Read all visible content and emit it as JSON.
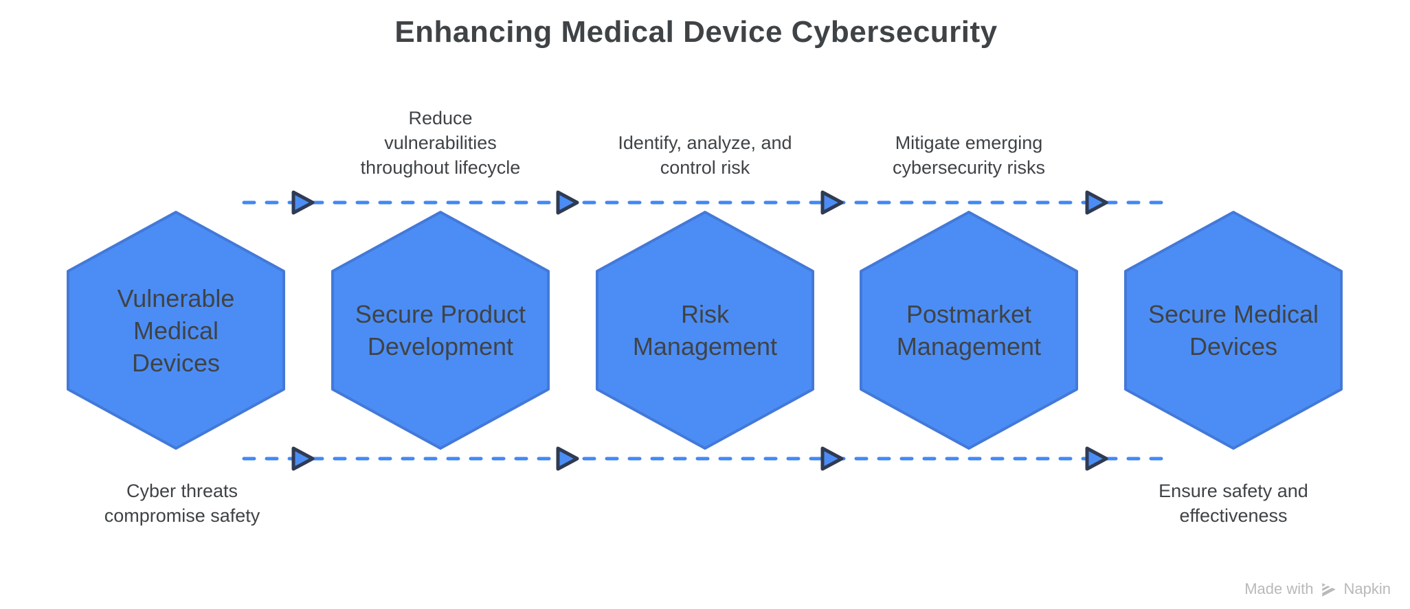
{
  "title": "Enhancing Medical Device Cybersecurity",
  "hexagons": [
    {
      "label": "Vulnerable\nMedical\nDevices"
    },
    {
      "label": "Secure Product\nDevelopment"
    },
    {
      "label": "Risk\nManagement"
    },
    {
      "label": "Postmarket\nManagement"
    },
    {
      "label": "Secure Medical\nDevices"
    }
  ],
  "annotations": {
    "top": [
      {
        "text": "Reduce\nvulnerabilities\nthroughout lifecycle"
      },
      {
        "text": "Identify, analyze, and\ncontrol risk"
      },
      {
        "text": "Mitigate emerging\ncybersecurity risks"
      }
    ],
    "bottom": [
      {
        "text": "Cyber threats\ncompromise safety"
      },
      {
        "text": "Ensure safety and\neffectiveness"
      }
    ]
  },
  "watermark": {
    "made_with": "Made with",
    "brand": "Napkin",
    "logo_icon": "napkin-logo-icon"
  },
  "colors": {
    "hexagon_fill": "#4C8DF5",
    "hexagon_stroke": "#4379D8",
    "connector_blue": "#4287F5",
    "arrowhead_fill": "#4C8DF5",
    "arrowhead_outline": "#2F3B52",
    "text_dark": "#3F4346",
    "watermark_gray": "#B9B9B9",
    "background": "#FFFFFF"
  }
}
